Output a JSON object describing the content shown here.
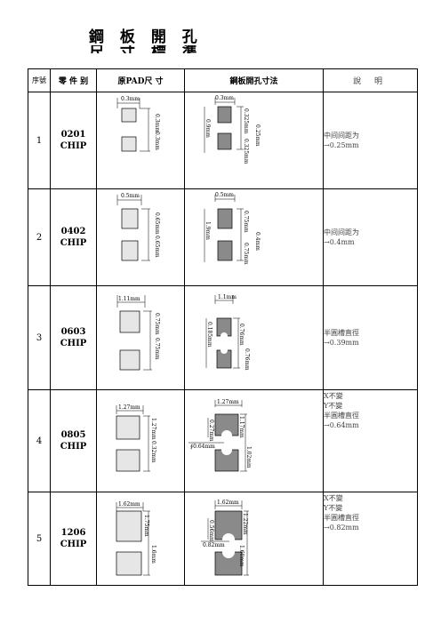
{
  "title": {
    "line1": "鋼 板 開 孔",
    "line2": "尺 寸 標 準"
  },
  "headers": {
    "seq": "序號",
    "part": "零 件 别",
    "pad": "原PAD尺 寸",
    "stencil": "鋼板開孔寸法",
    "note": "說 明"
  },
  "rows": [
    {
      "no": "1",
      "part": [
        "0201",
        "CHIP"
      ],
      "pad": {
        "w": "0.3mm",
        "a": "0.3mm",
        "b": "0.3mm"
      },
      "stencil": {
        "w": "0.3mm",
        "left": "0.9mm",
        "a": "0.325mm",
        "b": "0.325mm",
        "gap": "0.25mm"
      },
      "note": [
        "中间间距为",
        "→0.25mm"
      ]
    },
    {
      "no": "2",
      "part": [
        "0402",
        "CHIP"
      ],
      "pad": {
        "w": "0.5mm",
        "a": "0.65mm",
        "b": "0.65mm"
      },
      "stencil": {
        "w": "0.5mm",
        "left": "1.9mm",
        "a": "0.75mm",
        "b": "0.75mm",
        "gap": "0.4mm"
      },
      "note": [
        "中间间距为",
        "→0.4mm"
      ]
    },
    {
      "no": "3",
      "part": [
        "0603",
        "CHIP"
      ],
      "pad": {
        "w": "1.11mm",
        "a": "0.75mm",
        "b": "0.75mm"
      },
      "stencil": {
        "w": "1.1mm",
        "left": "0.185mm",
        "a": "0.76mm",
        "b": "0.76mm"
      },
      "note": [
        "半圓槽直徑",
        "→0.39mm"
      ]
    },
    {
      "no": "4",
      "part": [
        "0805",
        "CHIP"
      ],
      "pad": {
        "w": "1.27mm",
        "a": "1.27mm",
        "b": "0.32mm"
      },
      "stencil": {
        "w": "1.27mm",
        "left": "0.27mm",
        "diam": "∮0.64mm",
        "a": "1.17mm",
        "b": "1.02mm"
      },
      "note": [
        "X不變",
        "Y不變",
        "半圓槽直徑",
        "→0.64mm"
      ]
    },
    {
      "no": "5",
      "part": [
        "1206",
        "CHIP"
      ],
      "pad": {
        "w": "1.62mm",
        "a": "1.75mm",
        "b": "1.6mm"
      },
      "stencil": {
        "w": "1.62mm",
        "left": "0.56mm",
        "diam": "0.82mm",
        "a": "1.22mm",
        "b": "1.60mm"
      },
      "note": [
        "X不變",
        "Y不變",
        "半圓槽直徑",
        "→0.82mm"
      ]
    }
  ]
}
